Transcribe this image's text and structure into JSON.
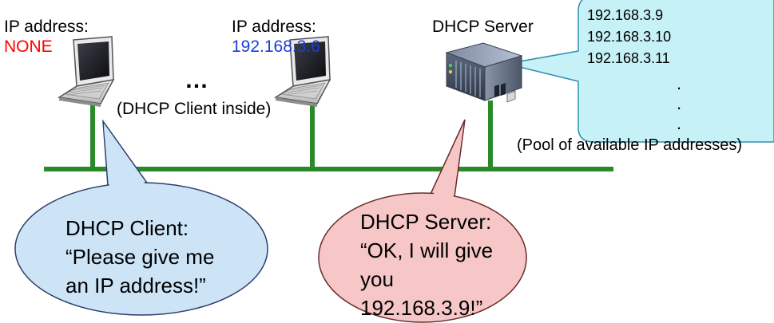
{
  "client_left": {
    "ip_label": "IP address:",
    "ip_value": "NONE",
    "ip_value_color": "#ff0000"
  },
  "client_right": {
    "ip_label": "IP address:",
    "ip_value": "192.168.3.6",
    "ip_value_color": "#1a3fd6"
  },
  "ellipsis": "…",
  "client_inside_note": "(DHCP Client inside)",
  "server": {
    "label": "DHCP Server"
  },
  "pool": {
    "addresses": [
      "192.168.3.9",
      "192.168.3.10",
      "192.168.3.11",
      ".",
      ".",
      "."
    ],
    "caption": "(Pool of available IP addresses)",
    "fill_color": "#c6f1f7"
  },
  "bubbles": {
    "client_message": "DHCP Client:\n“Please give me\nan IP address!”",
    "client_fill": "#cde4f7",
    "server_message": "DHCP Server:\n“OK, I will give\nyou\n192.168.3.9!”",
    "server_fill": "#f7c7c7"
  },
  "network_line_color": "#2a8a2a",
  "icons": [
    "laptop-icon",
    "laptop-icon",
    "server-icon"
  ]
}
